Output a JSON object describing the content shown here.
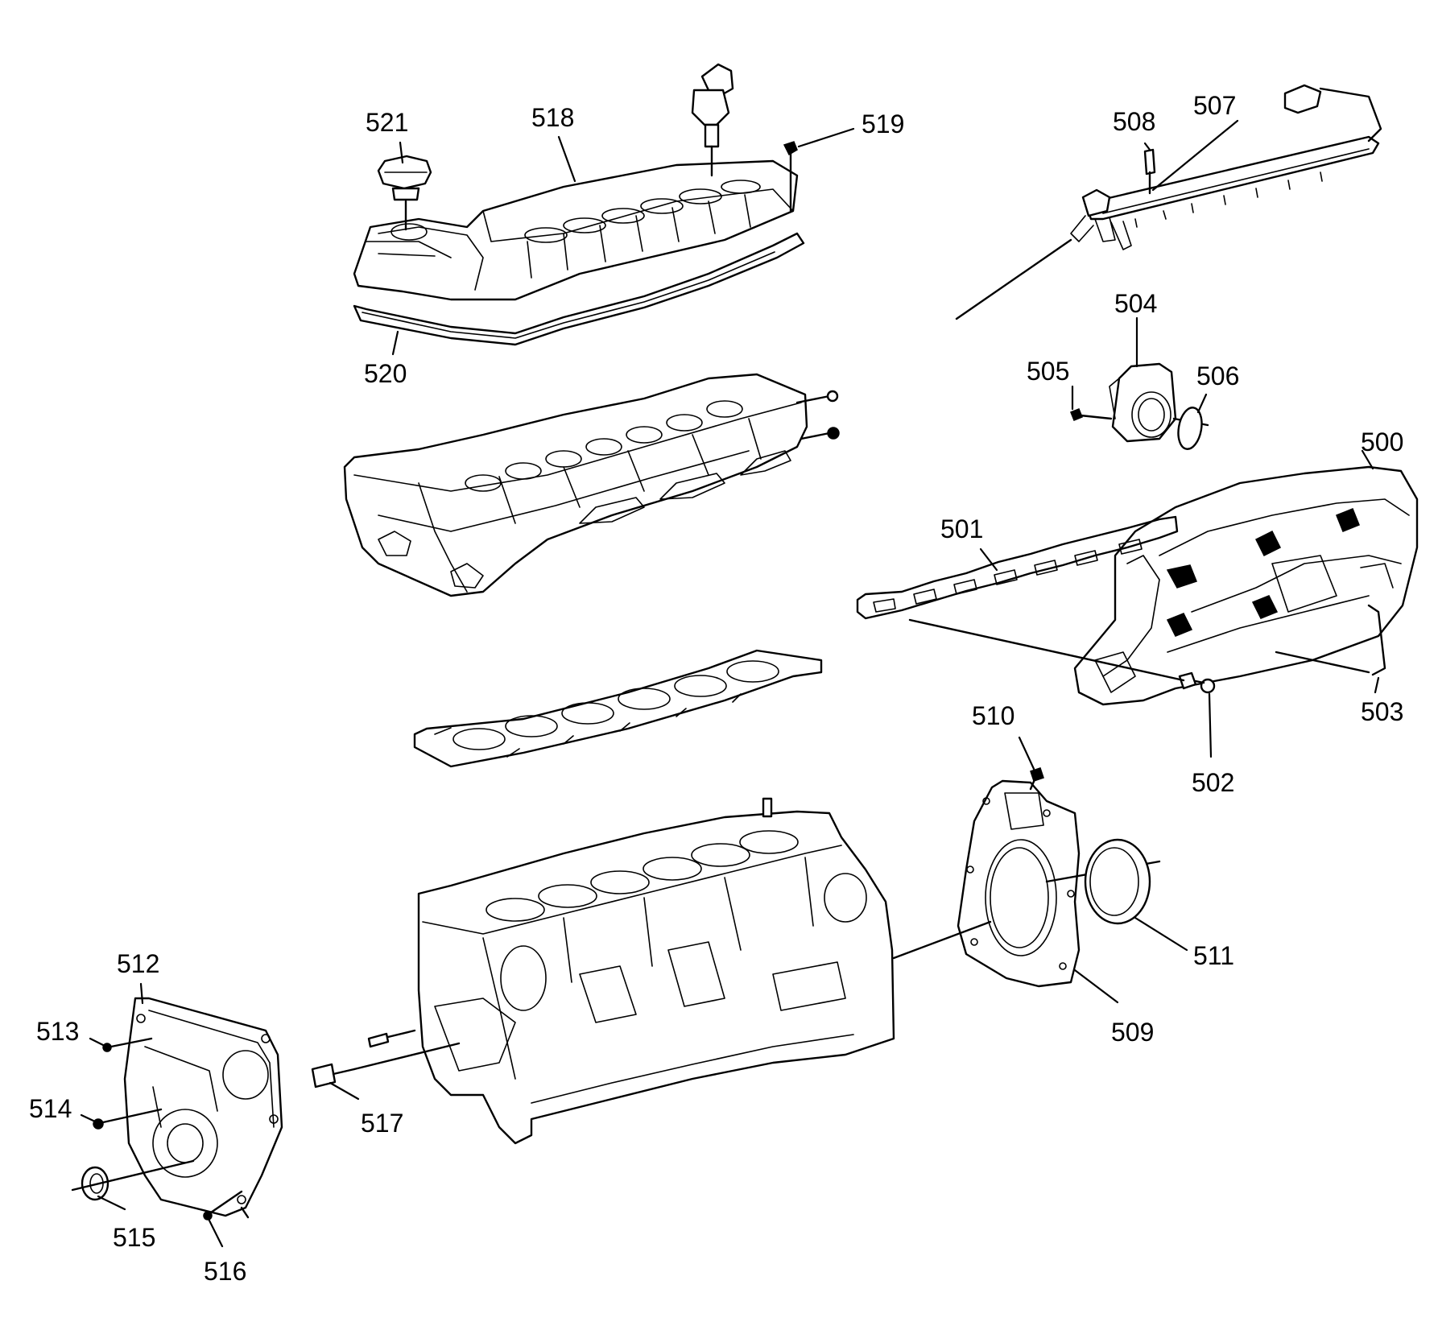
{
  "callouts": {
    "c500": "500",
    "c501": "501",
    "c502": "502",
    "c503": "503",
    "c504": "504",
    "c505": "505",
    "c506": "506",
    "c507": "507",
    "c508": "508",
    "c509": "509",
    "c510": "510",
    "c511": "511",
    "c512": "512",
    "c513": "513",
    "c514": "514",
    "c515": "515",
    "c516": "516",
    "c517": "517",
    "c518": "518",
    "c519": "519",
    "c520": "520",
    "c521": "521"
  },
  "colors": {
    "line": "#000000",
    "background": "#ffffff"
  }
}
